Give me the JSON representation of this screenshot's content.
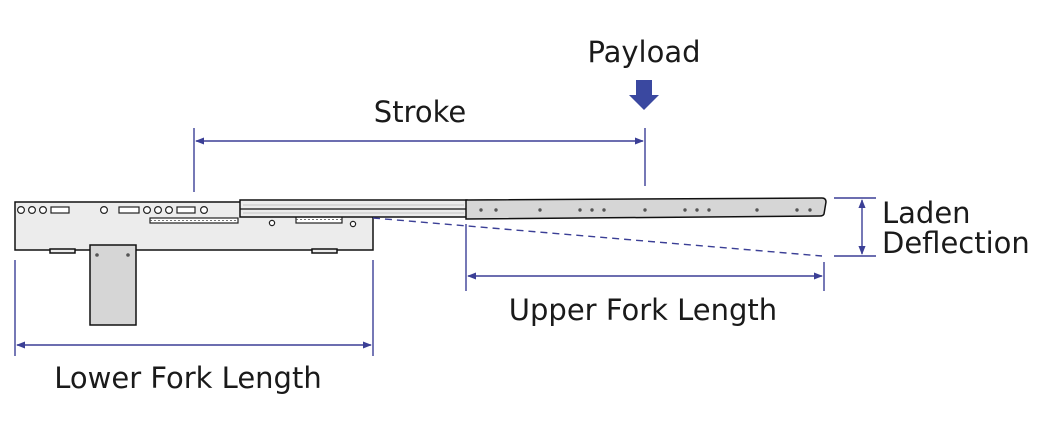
{
  "labels": {
    "payload": "Payload",
    "stroke": "Stroke",
    "laden": "Laden",
    "deflection": "Deflection",
    "upper_fork_length": "Upper Fork Length",
    "lower_fork_length": "Lower Fork Length"
  },
  "colors": {
    "dimension_line": "#3b3f96",
    "payload_arrow": "#3a48a0",
    "background": "#ffffff",
    "outline": "#111111"
  },
  "icons": {
    "payload": "down-arrow-icon"
  }
}
